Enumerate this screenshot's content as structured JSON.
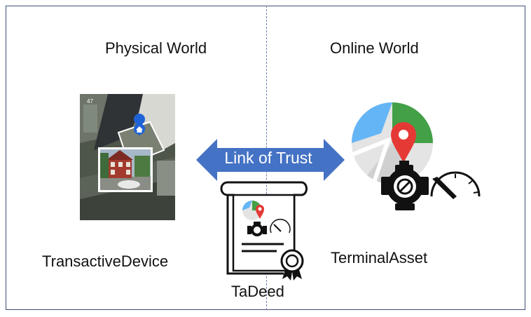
{
  "headings": {
    "physical": "Physical World",
    "online": "Online World"
  },
  "labels": {
    "device": "TransactiveDevice",
    "asset": "TerminalAsset",
    "deed": "TaDeed"
  },
  "arrow": {
    "text": "Link of Trust",
    "color": "#4472c4"
  },
  "map_badge": "47",
  "colors": {
    "frame": "#3f4f73",
    "map_red": "#e53935",
    "map_green": "#43a047",
    "map_blue": "#64b5f6"
  },
  "icons": [
    "aerial-map-photo",
    "house-pin-icon",
    "map-pin-icon",
    "circulator-pump-icon",
    "gauge-icon",
    "deed-scroll-icon",
    "seal-icon"
  ]
}
